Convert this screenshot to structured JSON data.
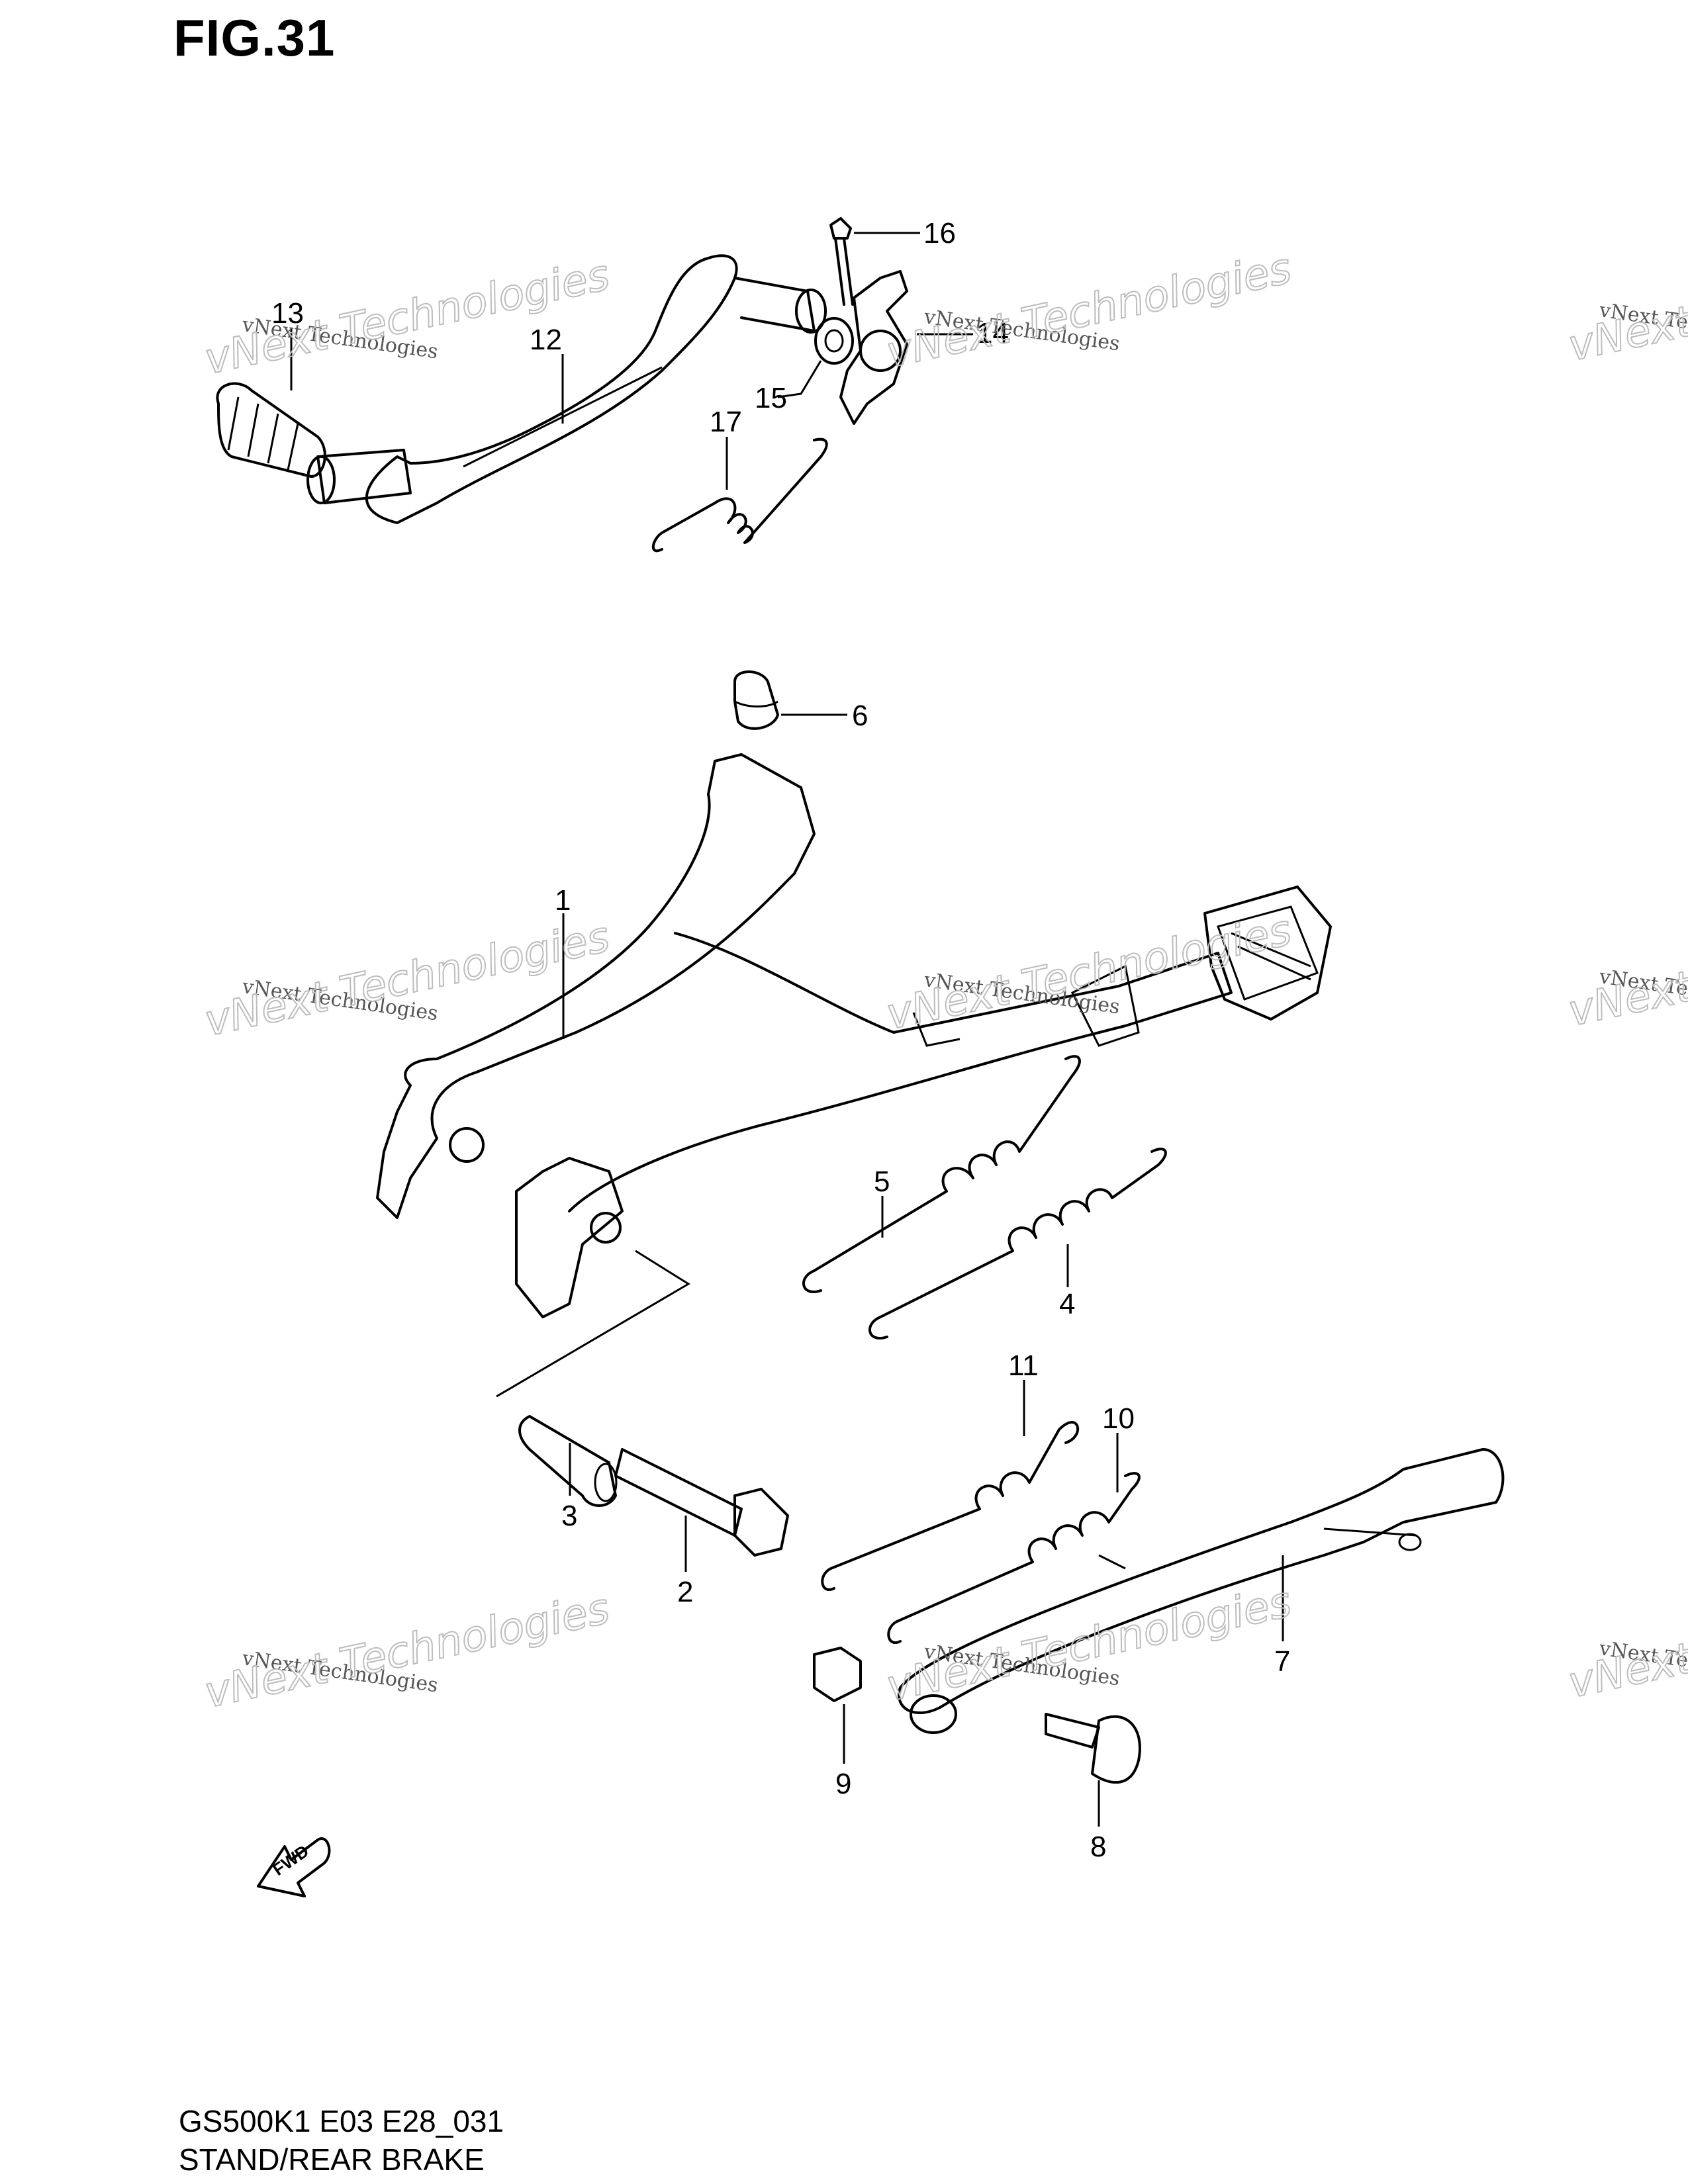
{
  "figure": {
    "title": "FIG.31",
    "footer_code": "GS500K1 E03 E28_031",
    "footer_name": "STAND/REAR BRAKE",
    "fwd_label": "FWD"
  },
  "watermark": {
    "line1": "vNext Technologies",
    "line2": "vNext Technologies"
  },
  "callouts": [
    {
      "id": "1",
      "label": "1"
    },
    {
      "id": "2",
      "label": "2"
    },
    {
      "id": "3",
      "label": "3"
    },
    {
      "id": "4",
      "label": "4"
    },
    {
      "id": "5",
      "label": "5"
    },
    {
      "id": "6",
      "label": "6"
    },
    {
      "id": "7",
      "label": "7"
    },
    {
      "id": "8",
      "label": "8"
    },
    {
      "id": "9",
      "label": "9"
    },
    {
      "id": "10",
      "label": "10"
    },
    {
      "id": "11",
      "label": "11"
    },
    {
      "id": "12",
      "label": "12"
    },
    {
      "id": "13",
      "label": "13"
    },
    {
      "id": "14",
      "label": "14"
    },
    {
      "id": "15",
      "label": "15"
    },
    {
      "id": "16",
      "label": "16"
    },
    {
      "id": "17",
      "label": "17"
    }
  ]
}
